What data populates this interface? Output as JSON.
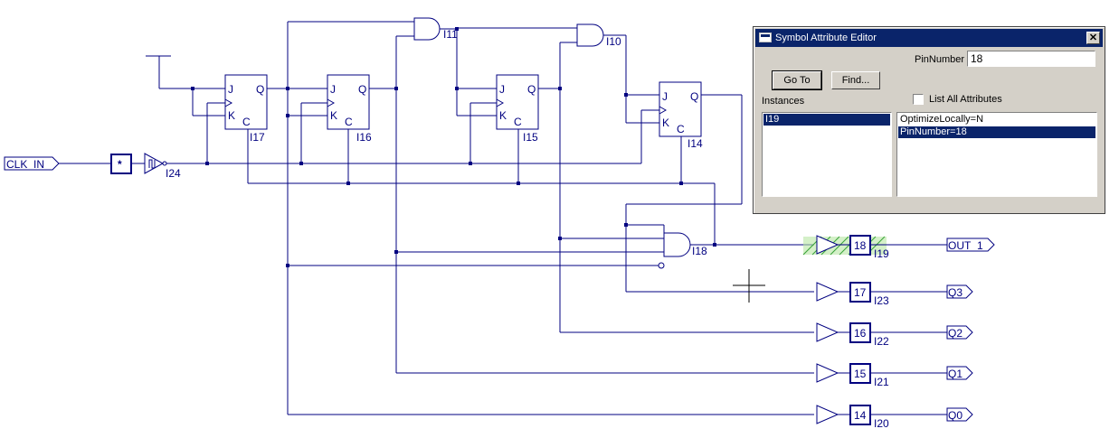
{
  "schematic": {
    "input_port": "CLK_IN",
    "clock_buffer_label": "*",
    "clock_inverter_label": "I24",
    "flipflops": [
      {
        "name": "I17"
      },
      {
        "name": "I16"
      },
      {
        "name": "I15"
      },
      {
        "name": "I14"
      }
    ],
    "ff_pins": {
      "j": "J",
      "k": "K",
      "q": "Q",
      "c": "C"
    },
    "and_gates": [
      {
        "name": "I11"
      },
      {
        "name": "I10"
      },
      {
        "name": "I18"
      }
    ],
    "pads": [
      {
        "number": "18",
        "instance": "I19",
        "port": "OUT_1",
        "selected": true
      },
      {
        "number": "17",
        "instance": "I23",
        "port": "Q3"
      },
      {
        "number": "16",
        "instance": "I22",
        "port": "Q2"
      },
      {
        "number": "15",
        "instance": "I21",
        "port": "Q1"
      },
      {
        "number": "14",
        "instance": "I20",
        "port": "Q0"
      }
    ]
  },
  "dialog": {
    "title": "Symbol Attribute Editor",
    "close_glyph": "✕",
    "pin_label": "PinNumber",
    "pin_value": "18",
    "goto_label": "Go To",
    "find_label": "Find...",
    "instances_label": "Instances",
    "list_all_label": "List All Attributes",
    "list_all_checked": false,
    "instances": [
      "I19"
    ],
    "attributes": [
      "OptimizeLocally=N",
      "PinNumber=18"
    ],
    "selected_attribute": 1
  }
}
